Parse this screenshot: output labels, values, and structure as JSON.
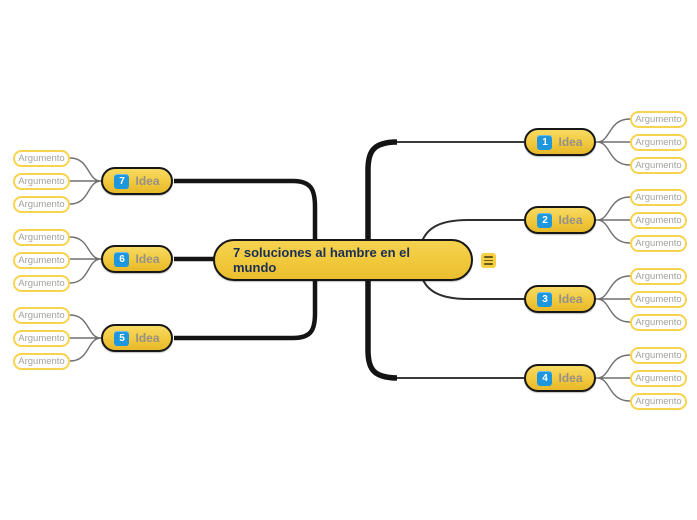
{
  "root": {
    "title": "7 soluciones al hambre en el mundo"
  },
  "menu": {
    "icon": "hamburger-icon"
  },
  "ideas": [
    {
      "number": "1",
      "label": "Idea",
      "side": "right",
      "arguments": [
        "Argumento",
        "Argumento",
        "Argumento"
      ]
    },
    {
      "number": "2",
      "label": "Idea",
      "side": "right",
      "arguments": [
        "Argumento",
        "Argumento",
        "Argumento"
      ]
    },
    {
      "number": "3",
      "label": "Idea",
      "side": "right",
      "arguments": [
        "Argumento",
        "Argumento",
        "Argumento"
      ]
    },
    {
      "number": "4",
      "label": "Idea",
      "side": "right",
      "arguments": [
        "Argumento",
        "Argumento",
        "Argumento"
      ]
    },
    {
      "number": "5",
      "label": "Idea",
      "side": "left",
      "arguments": [
        "Argumento",
        "Argumento",
        "Argumento"
      ]
    },
    {
      "number": "6",
      "label": "Idea",
      "side": "left",
      "arguments": [
        "Argumento",
        "Argumento",
        "Argumento"
      ]
    },
    {
      "number": "7",
      "label": "Idea",
      "side": "left",
      "arguments": [
        "Argumento",
        "Argumento",
        "Argumento"
      ]
    }
  ],
  "colors": {
    "node_fill_top": "#F8DA62",
    "node_fill_bottom": "#E7B82A",
    "node_border": "#171717",
    "badge_blue": "#1F97DF",
    "idea_text_gray": "#95908A",
    "argument_border_yellow": "#F8D34F",
    "argument_text_gray": "#A3A39D",
    "central_text_navy": "#1B2F55",
    "branch_black": "#141414",
    "connector_gray": "#6F6F6F",
    "menu_bg_yellow": "#F7CF43"
  }
}
